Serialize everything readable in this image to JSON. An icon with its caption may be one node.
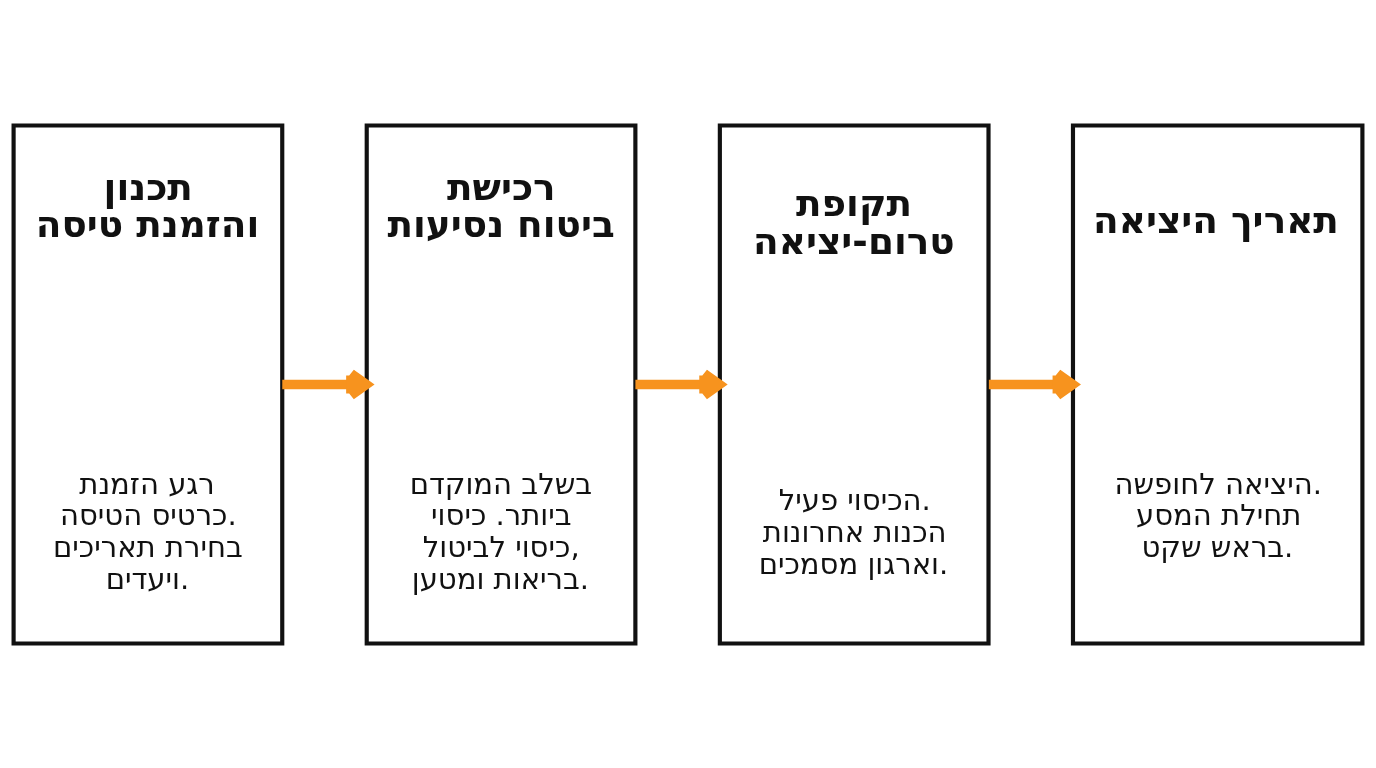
{
  "diagram": {
    "nodes": [
      {
        "text": [
          "תכנון והזמנת טיסה",
          "רגע הזמנת כרטיס הטיסה. בחירת תאריכים ויעדים."
        ]
      },
      {
        "text": [
          "רכישת ביטוח נסיעות",
          "בשלב המוקדם ביותר. כיסוי כיסוי לביטול, בריאות ומטען."
        ]
      },
      {
        "text": [
          "תקופת טרום-יציאה",
          "הכיסוי פעיל. הכנות אחרונות וארגון מסמכים."
        ]
      },
      {
        "text": [
          "תאריך היציאה",
          "היציאה לחופשה. תחילת המסע בראש שקט."
        ]
      }
    ],
    "edges": [
      {
        "from": 0,
        "to": 1,
        "arrow": "to"
      },
      {
        "from": 1,
        "to": 2,
        "arrow": "to"
      },
      {
        "from": 2,
        "to": 3,
        "arrow": "to"
      }
    ]
  }
}
